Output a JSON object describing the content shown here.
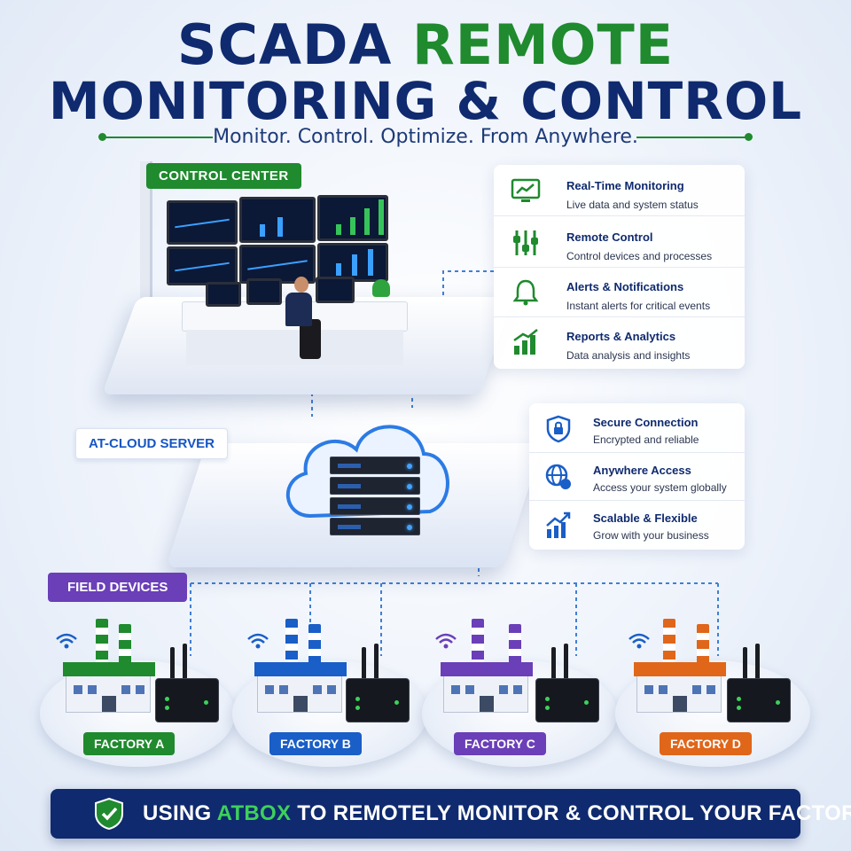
{
  "header": {
    "title_part1": "SCADA",
    "title_part2": "REMOTE",
    "title_line2": "MONITORING & CONTROL",
    "subtitle": "Monitor. Control. Optimize. From Anywhere."
  },
  "control_center": {
    "label": "CONTROL CENTER"
  },
  "features": [
    {
      "title": "Real-Time Monitoring",
      "desc": "Live data and system status",
      "icon": "monitor-chart-icon"
    },
    {
      "title": "Remote Control",
      "desc": "Control devices and processes",
      "icon": "sliders-icon"
    },
    {
      "title": "Alerts & Notifications",
      "desc": "Instant alerts for critical events",
      "icon": "bell-icon"
    },
    {
      "title": "Reports & Analytics",
      "desc": "Data analysis and insights",
      "icon": "bar-chart-icon"
    }
  ],
  "cloud": {
    "label": "AT-CLOUD SERVER"
  },
  "security_features": [
    {
      "title": "Secure Connection",
      "desc": "Encrypted and reliable",
      "icon": "shield-lock-icon"
    },
    {
      "title": "Anywhere Access",
      "desc": "Access your system globally",
      "icon": "globe-icon"
    },
    {
      "title": "Scalable & Flexible",
      "desc": "Grow with your business",
      "icon": "trend-up-icon"
    }
  ],
  "field": {
    "label": "FIELD DEVICES",
    "factories": [
      {
        "name": "FACTORY A",
        "color": "#1f8a2e"
      },
      {
        "name": "FACTORY B",
        "color": "#1a5ec7"
      },
      {
        "name": "FACTORY C",
        "color": "#6a3fb8"
      },
      {
        "name": "FACTORY D",
        "color": "#e0661a"
      }
    ]
  },
  "banner": {
    "text_before": "USING ",
    "brand": "ATBOX",
    "text_after": " TO REMOTELY MONITOR & CONTROL YOUR FACTORIES"
  },
  "colors": {
    "navy": "#0f2a6e",
    "green": "#1f8a2e",
    "blue": "#1a5ec7",
    "purple": "#6a3fb8",
    "orange": "#e0661a"
  }
}
